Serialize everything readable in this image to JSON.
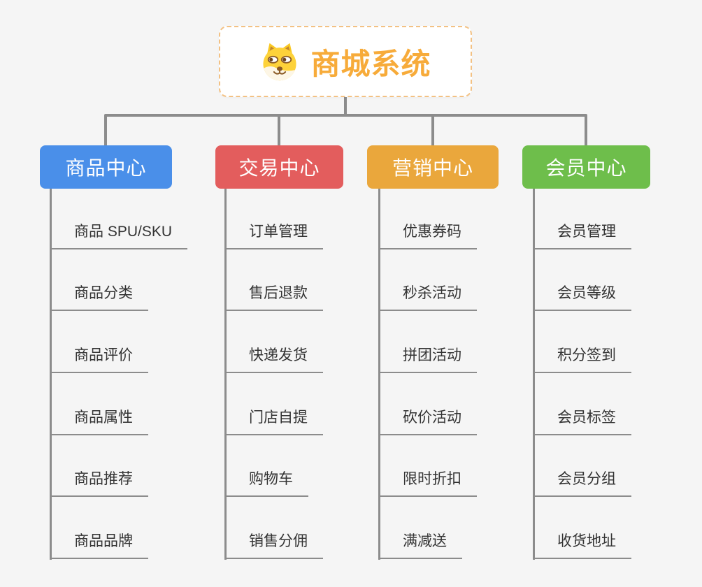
{
  "diagram": {
    "type": "mindmap",
    "root": {
      "title": "商城系统",
      "icon": "doge-icon"
    },
    "branches": [
      {
        "label": "商品中心",
        "color": "#4a8fe9",
        "children": [
          "商品 SPU/SKU",
          "商品分类",
          "商品评价",
          "商品属性",
          "商品推荐",
          "商品品牌"
        ]
      },
      {
        "label": "交易中心",
        "color": "#e35d5d",
        "children": [
          "订单管理",
          "售后退款",
          "快递发货",
          "门店自提",
          "购物车",
          "销售分佣"
        ]
      },
      {
        "label": "营销中心",
        "color": "#eaa73c",
        "children": [
          "优惠券码",
          "秒杀活动",
          "拼团活动",
          "砍价活动",
          "限时折扣",
          "满减送"
        ]
      },
      {
        "label": "会员中心",
        "color": "#6ebe4b",
        "children": [
          "会员管理",
          "会员等级",
          "积分签到",
          "会员标签",
          "会员分组",
          "收货地址"
        ]
      }
    ],
    "colors": {
      "background": "#f5f5f5",
      "connector": "#8c8c8c",
      "root_border": "#f3c183",
      "root_text": "#f7ab3a",
      "child_text": "#333333"
    }
  }
}
